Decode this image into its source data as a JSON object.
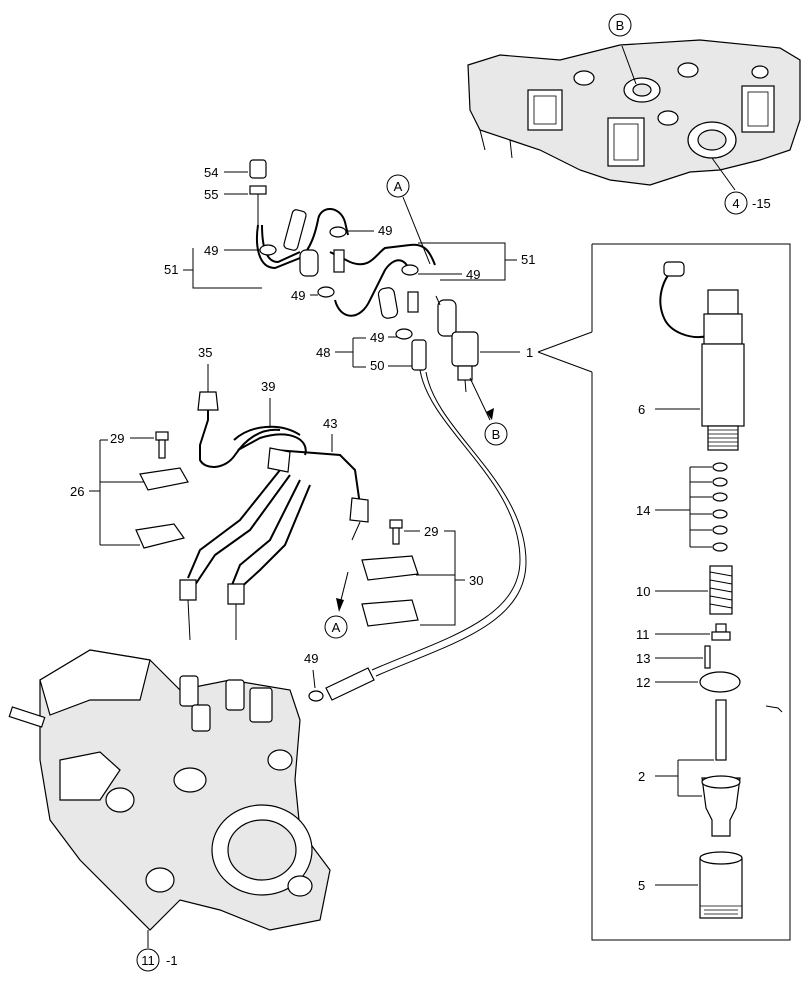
{
  "callouts": {
    "c54": "54",
    "c55": "55",
    "c49a": "49",
    "c49b": "49",
    "c51a": "51",
    "c49c": "49",
    "c49d": "49",
    "c51b": "51",
    "c49e": "49",
    "c48": "48",
    "c50": "50",
    "c1": "1",
    "c35": "35",
    "c39": "39",
    "c43": "43",
    "c29a": "29",
    "c26": "26",
    "c29b": "29",
    "c30": "30",
    "c49f": "49",
    "c6": "6",
    "c14": "14",
    "c10": "10",
    "c11": "11",
    "c13": "13",
    "c12": "12",
    "c2": "2",
    "c5": "5"
  },
  "refs": {
    "b_top": "B",
    "a_top": "A",
    "b_mid": "B",
    "a_low": "A",
    "ref4_num": "4",
    "ref4_suffix": "-15",
    "ref11_num": "11",
    "ref11_suffix": "-1"
  }
}
